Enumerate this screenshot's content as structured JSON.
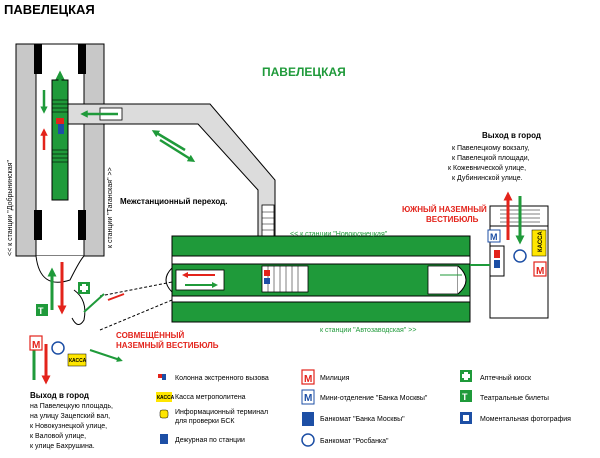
{
  "page_title": "ПАВЕЛЕЦКАЯ",
  "station_label": "ПАВЕЛЕЦКАЯ",
  "transfer_label": "Межстанционный переход.",
  "track_labels": {
    "dobryninskaya": "<< к станции \"Добрынинская\"",
    "taganskaya": "к станции \"Таганская\" >>",
    "novokuznetskaya": "<< к станции \"Новокузнецкая\"",
    "avtozavodskaya": "к станции \"Автозаводская\" >>"
  },
  "vestibules": {
    "south_line1": "ЮЖНЫЙ НАЗЕМНЫЙ",
    "south_line2": "ВЕСТИБЮЛЬ",
    "combined_line1": "СОВМЕЩЁННЫЙ",
    "combined_line2": "НАЗЕМНЫЙ ВЕСТИБЮЛЬ"
  },
  "exit_east": {
    "title": "Выход в город",
    "lines": [
      "к Павелецкому вокзалу,",
      "к Павелецкой площади,",
      "к Кожевнической улице,",
      "к Дубининской улице."
    ]
  },
  "exit_west": {
    "title": "Выход в город",
    "lines": [
      "на Павелецкую площадь,",
      "на улицу Зацепский вал,",
      "к Новокузнецкой улице,",
      "к Валовой улице,",
      "к улице Бахрушина."
    ]
  },
  "kassa_label": "КАССА",
  "icon_letters": {
    "militia": "M",
    "mini_bank": "M",
    "teatr": "T"
  },
  "legend": {
    "col1": [
      {
        "icon": "emergency-column-icon",
        "text": "Колонна экстренного вызова"
      },
      {
        "icon": "ticket-office-icon",
        "text": "Касса метрополитена"
      },
      {
        "icon": "info-terminal-icon",
        "text": "Информационный терминал"
      },
      {
        "icon": "info-terminal-icon-line2",
        "text": "для проверки БСК"
      },
      {
        "icon": "duty-station-icon",
        "text": "Дежурная по станции"
      }
    ],
    "col2": [
      {
        "icon": "militia-icon",
        "text": "Милиция"
      },
      {
        "icon": "bank-moscow-branch-icon",
        "text": "Мини-отделение \"Банка Москвы\""
      },
      {
        "icon": "atm-bank-moscow-icon",
        "text": "Банкомат \"Банка Москвы\""
      },
      {
        "icon": "atm-rosbank-icon",
        "text": "Банкомат \"Росбанка\""
      }
    ],
    "col3": [
      {
        "icon": "pharmacy-icon",
        "text": "Аптечный киоск"
      },
      {
        "icon": "theatre-tickets-icon",
        "text": "Театральные билеты"
      },
      {
        "icon": "photo-booth-icon",
        "text": "Моментальная фотография"
      }
    ]
  },
  "colors": {
    "green": "#1f9a3a",
    "red": "#e3231b",
    "blue": "#1d4fa5",
    "yellow": "#ffe600",
    "gray": "#c8c8c8",
    "light_gray": "#dcdcdc"
  }
}
